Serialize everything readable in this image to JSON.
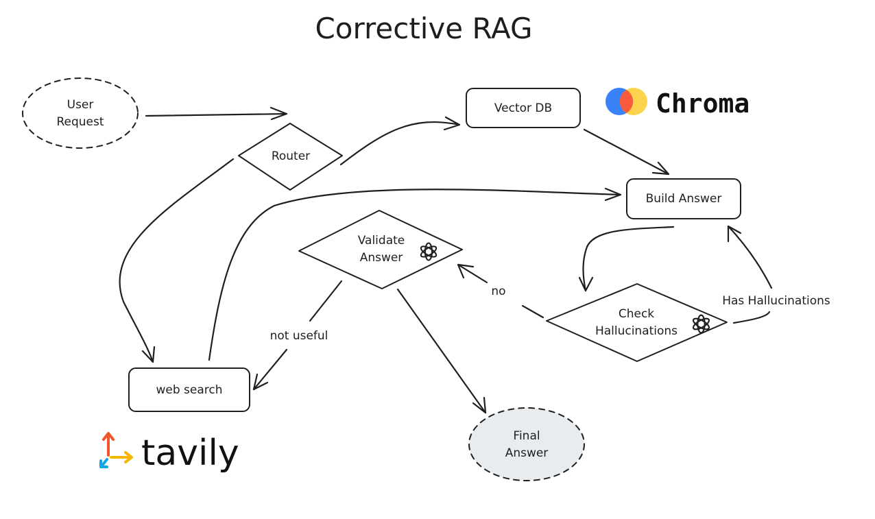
{
  "title": "Corrective RAG",
  "nodes": {
    "user_request": {
      "line1": "User",
      "line2": "Request"
    },
    "router": {
      "label": "Router"
    },
    "vector_db": {
      "label": "Vector DB"
    },
    "build_answer": {
      "label": "Build Answer"
    },
    "validate_answer": {
      "line1": "Validate",
      "line2": "Answer"
    },
    "check_hallucinations": {
      "line1": "Check",
      "line2": "Hallucinations"
    },
    "web_search": {
      "label": "web search"
    },
    "final_answer": {
      "line1": "Final",
      "line2": "Answer"
    }
  },
  "edges": {
    "no": "no",
    "not_useful": "not useful",
    "has_hallucinations": "Has Hallucinations"
  },
  "logos": {
    "chroma": {
      "name": "Chroma",
      "colors": [
        "#3b82f6",
        "#fb5b3d",
        "#fcd34d"
      ]
    },
    "tavily": {
      "name": "tavily",
      "colors": [
        "#f2542d",
        "#0ea5e9",
        "#f5b700"
      ]
    },
    "openai": {
      "icon": "openai-icon"
    }
  },
  "colors": {
    "stroke": "#1e1e1e",
    "final_fill": "#e9ecef"
  }
}
